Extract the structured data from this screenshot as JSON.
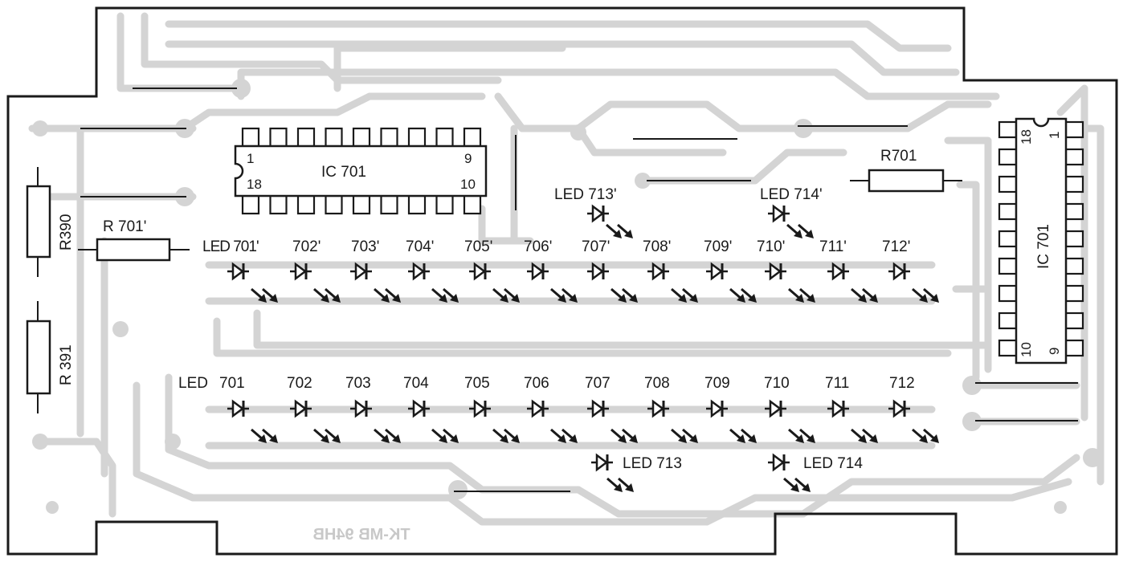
{
  "board": {
    "silk_text": "TK-MB 94HB",
    "colors": {
      "outline": "#1a1a1a",
      "trace": "#d4d4d4",
      "component": "#1a1a1a",
      "background": "#ffffff"
    }
  },
  "ic_horizontal": {
    "ref": "IC 701",
    "pin1": "1",
    "pin18": "18",
    "pin9": "9",
    "pin10": "10"
  },
  "ic_vertical": {
    "ref": "IC 701",
    "pin18": "18",
    "pin1": "1",
    "pin10": "10",
    "pin9": "9"
  },
  "resistors": {
    "r390": "R390",
    "r391": "R 391",
    "r701_prime": "R 701'",
    "r701": "R701"
  },
  "led_prefix": "LED",
  "leds_top": [
    {
      "label": "LED 701'"
    },
    {
      "label": "702'"
    },
    {
      "label": "703'"
    },
    {
      "label": "704'"
    },
    {
      "label": "705'"
    },
    {
      "label": "706'"
    },
    {
      "label": "707'"
    },
    {
      "label": "708'"
    },
    {
      "label": "709'"
    },
    {
      "label": "710'"
    },
    {
      "label": "711'"
    },
    {
      "label": "712'"
    }
  ],
  "leds_bottom": [
    {
      "label": "701"
    },
    {
      "label": "702"
    },
    {
      "label": "703"
    },
    {
      "label": "704"
    },
    {
      "label": "705"
    },
    {
      "label": "706"
    },
    {
      "label": "707"
    },
    {
      "label": "708"
    },
    {
      "label": "709"
    },
    {
      "label": "710"
    },
    {
      "label": "711"
    },
    {
      "label": "712"
    }
  ],
  "leds_extra": {
    "led713_prime": "LED 713'",
    "led714_prime": "LED 714'",
    "led713": "LED 713",
    "led714": "LED 714"
  }
}
